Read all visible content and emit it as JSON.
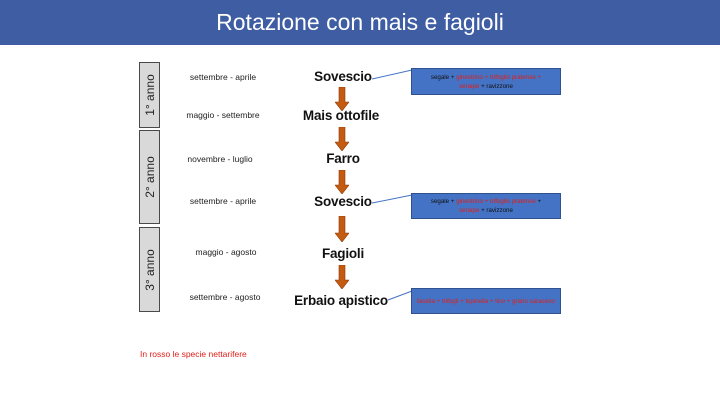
{
  "title": "Rotazione con mais e fagioli",
  "years": [
    {
      "label": "1° anno"
    },
    {
      "label": "2° anno"
    },
    {
      "label": "3° anno"
    }
  ],
  "stages": [
    {
      "period": "settembre - aprile",
      "name": "Sovescio"
    },
    {
      "period": "maggio - settembre",
      "name": "Mais ottofile"
    },
    {
      "period": "novembre - luglio",
      "name": "Farro"
    },
    {
      "period": "settembre - aprile",
      "name": "Sovescio"
    },
    {
      "period": "maggio - agosto",
      "name": "Fagioli"
    },
    {
      "period": "settembre - agosto",
      "name": "Erbaio apistico"
    }
  ],
  "notes": [
    {
      "parts": [
        {
          "text": "segale + ",
          "nectar": false
        },
        {
          "text": "ginestrino + trifoglio pratense +",
          "nectar": true
        },
        {
          "text": " + ",
          "nectar": false
        },
        {
          "text": "senape",
          "nectar": true
        },
        {
          "text": " + ravizzone",
          "nectar": false
        }
      ]
    },
    {
      "parts": [
        {
          "text": "segale + ",
          "nectar": false
        },
        {
          "text": "ginestrino + trifoglio pratense",
          "nectar": true
        },
        {
          "text": " + ",
          "nectar": false
        },
        {
          "text": "senape",
          "nectar": true
        },
        {
          "text": " + ravizzone",
          "nectar": false
        }
      ]
    },
    {
      "parts": [
        {
          "text": "facelia + trifogli + lupinella + lino + grano saraceno",
          "nectar": true
        }
      ]
    }
  ],
  "footnote": "In rosso le specie nettarifere",
  "colors": {
    "header": "#3e5da3",
    "note_box": "#4472c4",
    "arrow": "#c55a11",
    "nectar_text": "#e0201a",
    "year_box": "#d9d9d9"
  }
}
